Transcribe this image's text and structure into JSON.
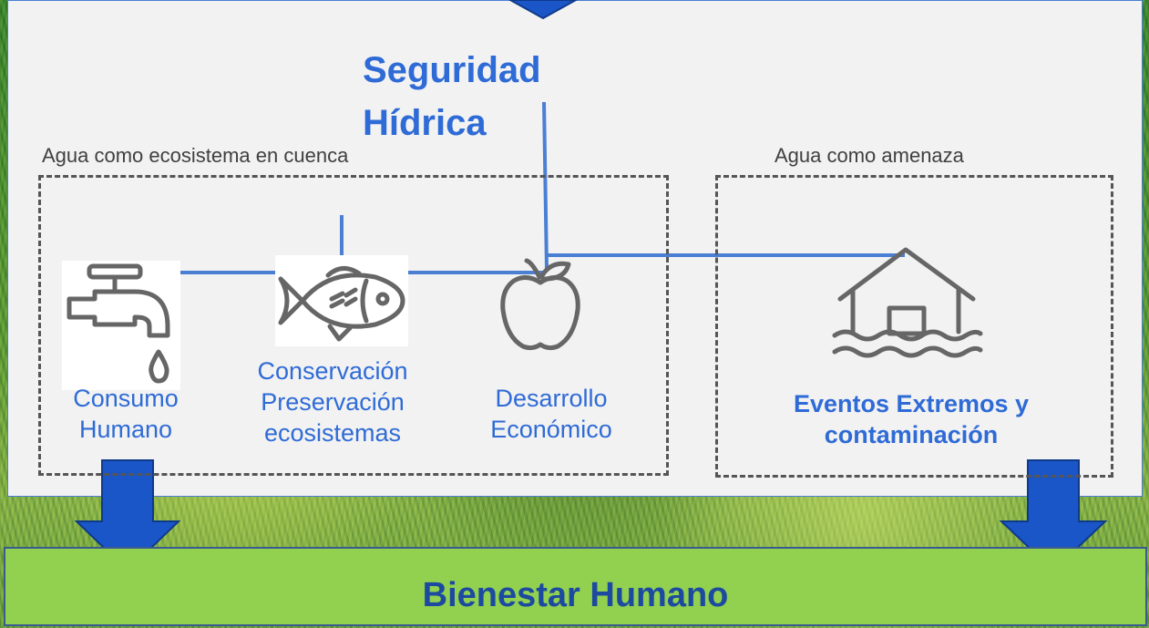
{
  "title": "Seguridad Hídrica",
  "groups": {
    "ecosystem_label": "Agua como ecosistema en cuenca",
    "threat_label": "Agua como amenaza"
  },
  "items": {
    "consumo": "Consumo Humano",
    "conservacion": "Conservación Preservación ecosistemas",
    "desarrollo": "Desarrollo Económico",
    "eventos": "Eventos Extremos y contaminación"
  },
  "bottom_label": "Bienestar Humano",
  "icons": [
    "faucet-icon",
    "fish-icon",
    "apple-icon",
    "flooded-house-icon"
  ],
  "colors": {
    "accent": "#2f6bd6",
    "arrow": "#1a56c8",
    "bottom_bar": "#92d050",
    "bottom_text": "#1c4aa0"
  }
}
